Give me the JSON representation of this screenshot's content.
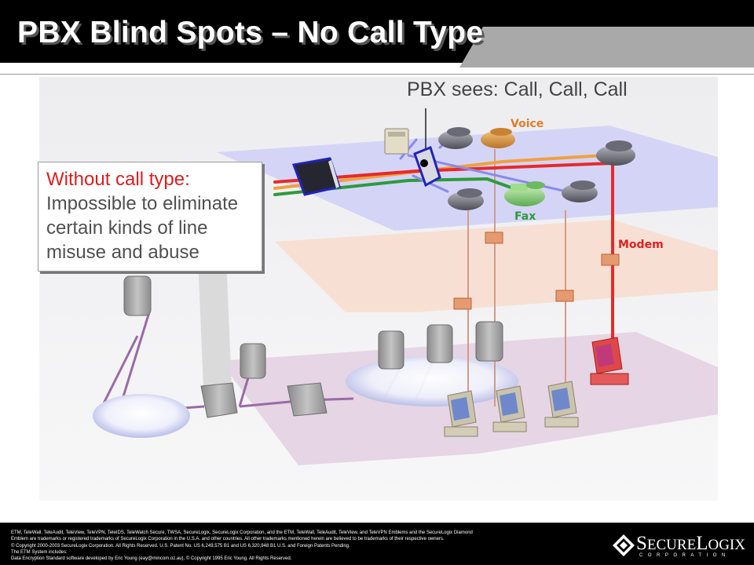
{
  "slide": {
    "title": "PBX Blind Spots – No Call Type",
    "pbx_sees": "PBX sees: Call, Call, Call"
  },
  "diagram": {
    "labels": {
      "voice": "Voice",
      "fax": "Fax",
      "modem": "Modem"
    },
    "colors": {
      "voice_line": "#f0a040",
      "fax_line": "#2e9a3c",
      "modem_line": "#e62a2a",
      "pbx_outline": "#2222bb",
      "voice_label": "#e07d28",
      "fax_label": "#2e9a3c",
      "modem_label": "#dd2222"
    }
  },
  "callout": {
    "heading": "Without call type:",
    "body": "Impossible to eliminate certain kinds of line misuse and abuse"
  },
  "footer": {
    "legal": [
      "ETM, TeleWall, TeleAudit, TeleView, TeleVPN, TeleIDS, TeleWatch Secure, TWSA, SecureLogix, SecureLogix Corporation, and the ETM, TeleWall, TeleAudit, TeleView, and TeleVPN Emblems and the SecureLogix Diamond",
      "Emblem are trademarks or registered trademarks of SecureLogix Corporation in the U.S.A. and other countries. All other trademarks mentioned herein are believed to be trademarks of their respective owners.",
      "© Copyright 2000-2003 SecureLogix Corporation. All Rights Reserved.  U.S. Patent No. US 6,249,575 B1 and US 6,320,948 B1  U.S. and Foreign Patents Pending.",
      "The ETM System includes:",
      "Data Encryption Standard software developed by Eric Young (eay@mincom.oz.au), © Copyright 1995 Eric Young.  All Rights Reserved."
    ],
    "logo_name_big_1": "S",
    "logo_name_small_1": "ECURE",
    "logo_name_big_2": "L",
    "logo_name_small_2": "OGIX",
    "logo_sub": "CORPORATION"
  }
}
